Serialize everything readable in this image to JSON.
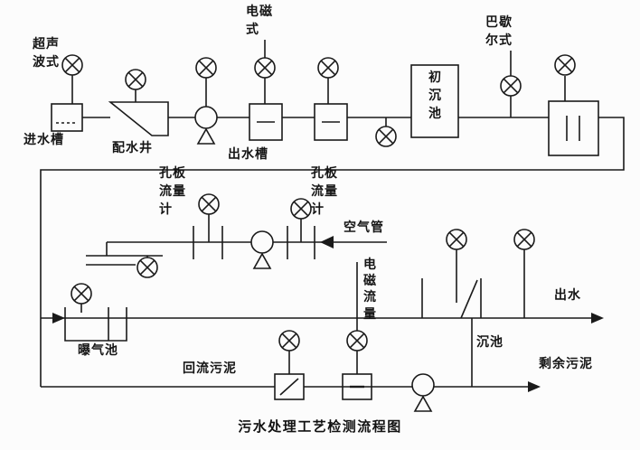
{
  "caption": "污水处理工艺检测流程图",
  "colors": {
    "line": "#1a1a1a",
    "background": "#fcfcfc",
    "text": "#151515"
  },
  "labels": {
    "ultrasonic": "超声\n波式",
    "inlet_channel": "进水槽",
    "distribution_well": "配水井",
    "outlet_channel": "出水槽",
    "electromagnetic": "电磁\n式",
    "primary_tank": "初\n沉\n池",
    "parshall": "巴歇\n尔式",
    "orifice_meter_1": "孔板\n流量\n计",
    "orifice_meter_2": "孔板\n流量\n计",
    "air_pipe": "空气管",
    "em_flow": "电\n磁\n流\n量",
    "aeration_tank": "曝气池",
    "return_sludge": "回流污泥",
    "effluent": "出水",
    "settling_tank": "沉池",
    "excess_sludge": "剩余污泥"
  },
  "symbols": {
    "instrument_icon": "circle-with-x",
    "pump_icon": "circle-with-triangle",
    "flow_arrow_icon": "solid-triangle"
  }
}
